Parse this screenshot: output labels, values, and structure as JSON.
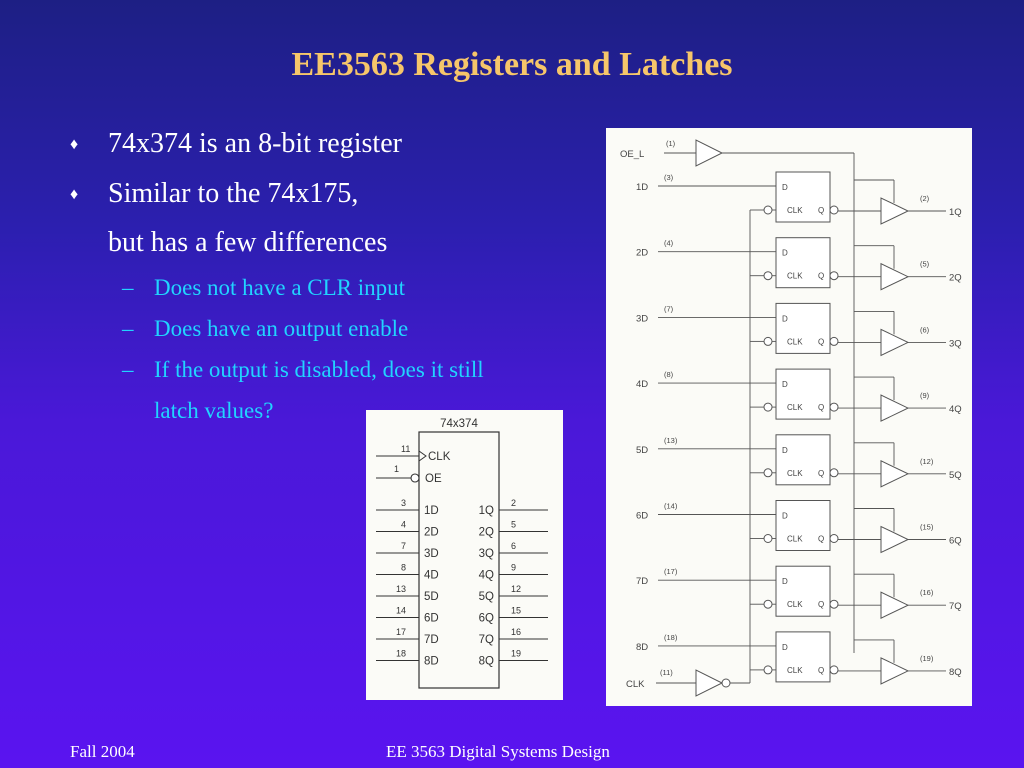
{
  "slide": {
    "title": "EE3563 Registers and Latches",
    "bullets": [
      {
        "text": "74x374 is an 8-bit register"
      },
      {
        "text": "Similar to the 74x175,"
      },
      {
        "text": "but has a few differences"
      }
    ],
    "sub_bullets": [
      {
        "text": "Does not have a CLR input"
      },
      {
        "text": "Does have an output enable"
      },
      {
        "text": "If the output is disabled, does it still"
      },
      {
        "text": "latch values?"
      }
    ],
    "footer_left": "Fall 2004",
    "footer_center": "EE 3563 Digital Systems Design"
  },
  "symbol": {
    "title": "74x374",
    "clk": {
      "pin": "11",
      "label": "CLK"
    },
    "oe": {
      "pin": "1",
      "label": "OE"
    },
    "inputs": [
      {
        "pin": "3",
        "label": "1D"
      },
      {
        "pin": "4",
        "label": "2D"
      },
      {
        "pin": "7",
        "label": "3D"
      },
      {
        "pin": "8",
        "label": "4D"
      },
      {
        "pin": "13",
        "label": "5D"
      },
      {
        "pin": "14",
        "label": "6D"
      },
      {
        "pin": "17",
        "label": "7D"
      },
      {
        "pin": "18",
        "label": "8D"
      }
    ],
    "outputs": [
      {
        "pin": "2",
        "label": "1Q"
      },
      {
        "pin": "5",
        "label": "2Q"
      },
      {
        "pin": "6",
        "label": "3Q"
      },
      {
        "pin": "9",
        "label": "4Q"
      },
      {
        "pin": "12",
        "label": "5Q"
      },
      {
        "pin": "15",
        "label": "6Q"
      },
      {
        "pin": "16",
        "label": "7Q"
      },
      {
        "pin": "19",
        "label": "8Q"
      }
    ]
  },
  "logic": {
    "oe": {
      "label": "OE_L",
      "pin": "(1)"
    },
    "clk": {
      "label": "CLK",
      "pin": "(11)"
    },
    "ff_d": "D",
    "ff_clk": "CLK",
    "ff_q": "Q",
    "stages": [
      {
        "d": "1D",
        "d_pin": "(3)",
        "q": "1Q",
        "q_pin": "(2)"
      },
      {
        "d": "2D",
        "d_pin": "(4)",
        "q": "2Q",
        "q_pin": "(5)"
      },
      {
        "d": "3D",
        "d_pin": "(7)",
        "q": "3Q",
        "q_pin": "(6)"
      },
      {
        "d": "4D",
        "d_pin": "(8)",
        "q": "4Q",
        "q_pin": "(9)"
      },
      {
        "d": "5D",
        "d_pin": "(13)",
        "q": "5Q",
        "q_pin": "(12)"
      },
      {
        "d": "6D",
        "d_pin": "(14)",
        "q": "6Q",
        "q_pin": "(15)"
      },
      {
        "d": "7D",
        "d_pin": "(17)",
        "q": "7Q",
        "q_pin": "(16)"
      },
      {
        "d": "8D",
        "d_pin": "(18)",
        "q": "8Q",
        "q_pin": "(19)"
      }
    ]
  }
}
